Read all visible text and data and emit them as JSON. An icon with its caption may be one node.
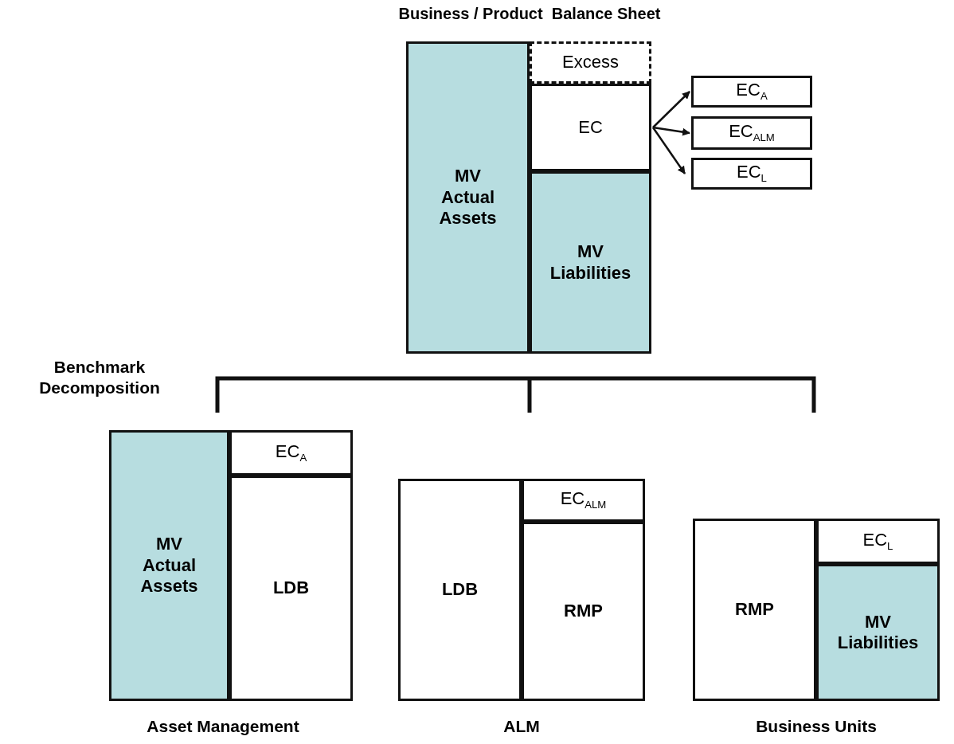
{
  "diagram": {
    "title": "Business / Product  Balance Sheet",
    "nodes": [
      {
        "text": [
          "MV Actual Assets"
        ]
      },
      {
        "text": [
          "Excess"
        ]
      },
      {
        "text": [
          "EC"
        ]
      },
      {
        "text": [
          "MV Liabilities"
        ]
      },
      {
        "text": [
          "EC$_{A}$"
        ]
      },
      {
        "text": [
          "EC$_{ALM}$"
        ]
      },
      {
        "text": [
          "EC$_{L}$"
        ]
      },
      {
        "text": [
          "MV Actual Assets"
        ]
      },
      {
        "text": [
          "EC$_{A}$"
        ]
      },
      {
        "text": [
          "LDB"
        ]
      },
      {
        "text": [
          "LDB"
        ]
      },
      {
        "text": [
          "EC$_{ALM}$"
        ]
      },
      {
        "text": [
          "RMP"
        ]
      },
      {
        "text": [
          "RMP"
        ]
      },
      {
        "text": [
          "EC$_{L}$"
        ]
      },
      {
        "text": [
          "MV Liabilities"
        ]
      }
    ],
    "edges": [
      {
        "from": 2,
        "to": 4,
        "arrow": "to"
      },
      {
        "from": 2,
        "to": 5,
        "arrow": "to"
      },
      {
        "from": 2,
        "to": 6,
        "arrow": "to"
      }
    ],
    "labels": [
      "Benchmark Decomposition",
      "Asset Management",
      "ALM",
      "Business Units"
    ]
  }
}
